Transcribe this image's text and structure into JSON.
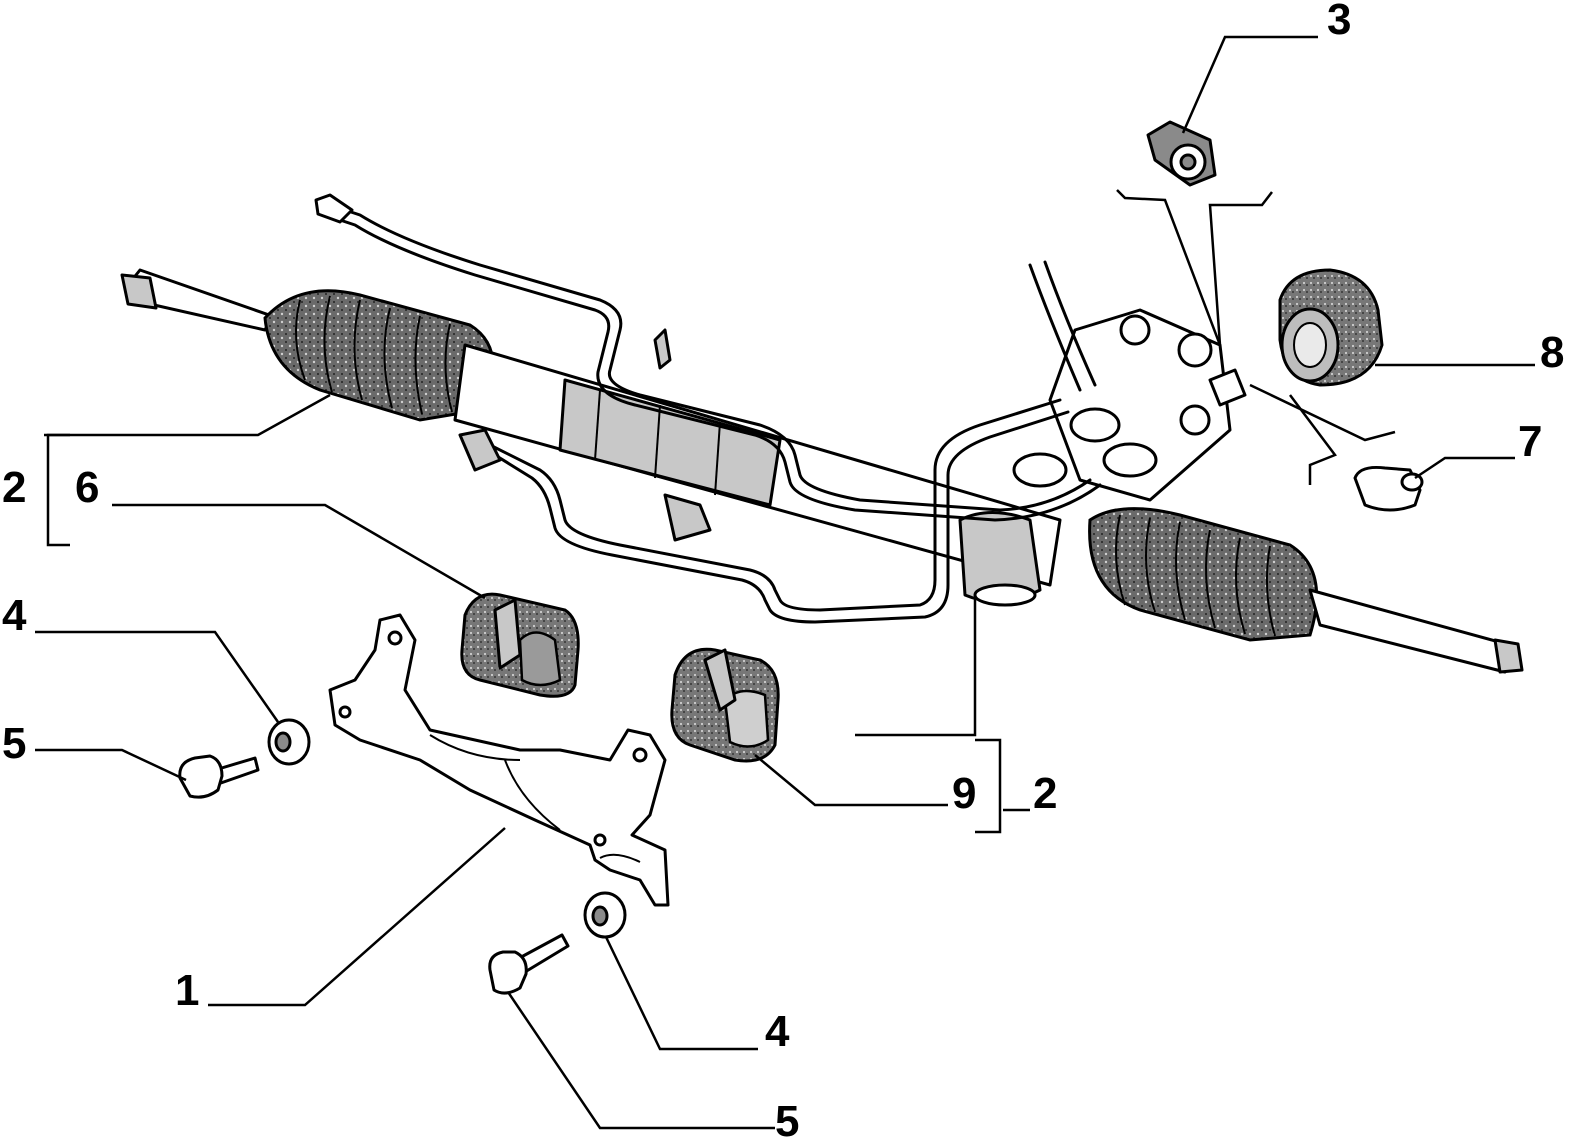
{
  "diagram": {
    "callouts": [
      {
        "id": "c1",
        "label": "1"
      },
      {
        "id": "c2a",
        "label": "2"
      },
      {
        "id": "c2b",
        "label": "2"
      },
      {
        "id": "c3",
        "label": "3"
      },
      {
        "id": "c4a",
        "label": "4"
      },
      {
        "id": "c4b",
        "label": "4"
      },
      {
        "id": "c5a",
        "label": "5"
      },
      {
        "id": "c5b",
        "label": "5"
      },
      {
        "id": "c6",
        "label": "6"
      },
      {
        "id": "c7",
        "label": "7"
      },
      {
        "id": "c8",
        "label": "8"
      },
      {
        "id": "c9",
        "label": "9"
      }
    ]
  }
}
